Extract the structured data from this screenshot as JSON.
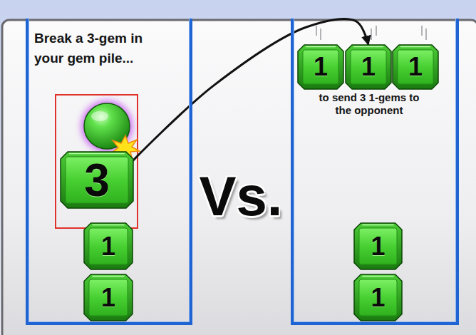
{
  "diagram": {
    "nodes": [
      {
        "text": [
          "Break a 3-gem in your gem pile..."
        ]
      },
      {
        "text": [
          "3"
        ],
        "in": 0
      },
      {
        "text": [
          "1"
        ],
        "in": 0
      },
      {
        "text": [
          "1"
        ],
        "in": 0
      },
      {
        "text": [
          "to send 3 1-gems to the opponent"
        ]
      },
      {
        "text": [
          "1"
        ],
        "in": 4
      },
      {
        "text": [
          "1"
        ],
        "in": 4
      },
      {
        "text": [
          "1"
        ],
        "in": 4
      },
      {
        "text": [
          "1"
        ],
        "in": 4
      },
      {
        "text": [
          "1"
        ],
        "in": 4
      }
    ],
    "edges": [
      {
        "from": 1,
        "to": 6,
        "arrow": "to"
      }
    ],
    "labels": [
      "Vs."
    ]
  }
}
